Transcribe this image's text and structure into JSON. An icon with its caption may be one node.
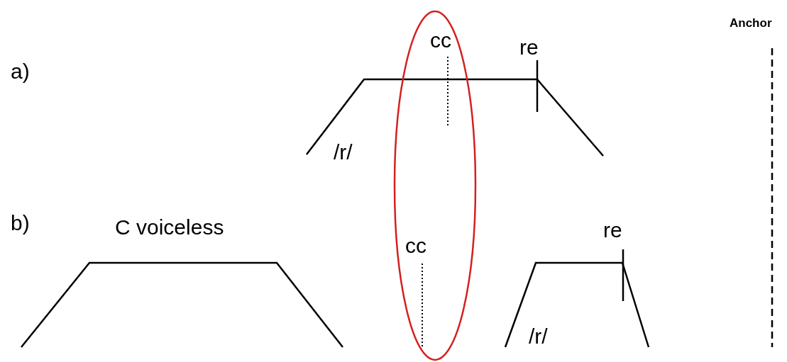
{
  "diagram": {
    "labels": [
      "Anchor",
      "cc",
      "re",
      "a)",
      "/r/",
      "b)",
      "C voiceless",
      "re",
      "cc",
      "/r/"
    ]
  }
}
